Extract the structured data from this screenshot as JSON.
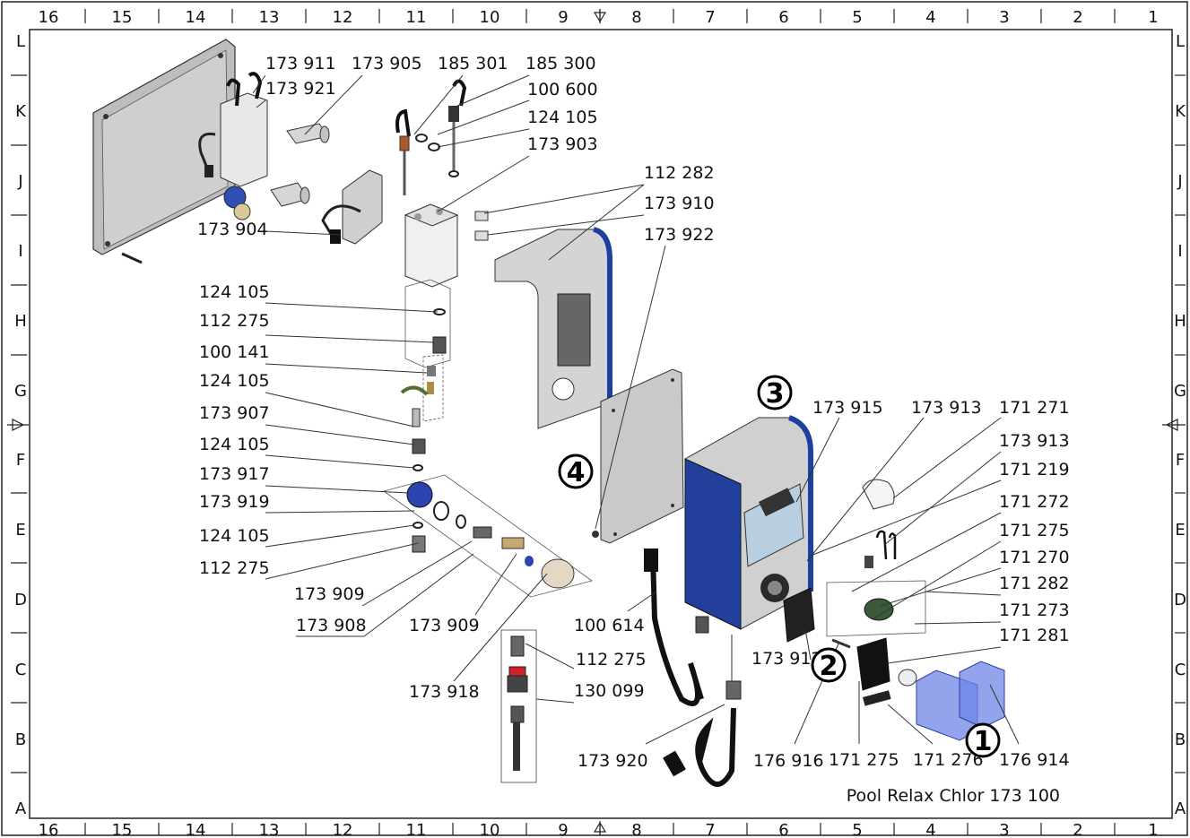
{
  "drawing": {
    "title": "Pool Relax Chlor 173 100",
    "columns": [
      "16",
      "15",
      "14",
      "13",
      "12",
      "11",
      "10",
      "9",
      "8",
      "7",
      "6",
      "5",
      "4",
      "3",
      "2",
      "1"
    ],
    "rows": [
      "L",
      "K",
      "J",
      "I",
      "H",
      "G",
      "F",
      "E",
      "D",
      "C",
      "B",
      "A"
    ],
    "section_numbers": [
      "1",
      "2",
      "3",
      "4"
    ]
  },
  "callouts": [
    {
      "id": "c1",
      "label": "173 911"
    },
    {
      "id": "c2",
      "label": "173 921"
    },
    {
      "id": "c3",
      "label": "173 905"
    },
    {
      "id": "c4",
      "label": "185 301"
    },
    {
      "id": "c5",
      "label": "185 300"
    },
    {
      "id": "c6",
      "label": "100 600"
    },
    {
      "id": "c7",
      "label": "124 105"
    },
    {
      "id": "c8",
      "label": "173 903"
    },
    {
      "id": "c9",
      "label": "112 282"
    },
    {
      "id": "c10",
      "label": "173 910"
    },
    {
      "id": "c11",
      "label": "173 922"
    },
    {
      "id": "c12",
      "label": "173 904"
    },
    {
      "id": "c13",
      "label": "124 105"
    },
    {
      "id": "c14",
      "label": "112 275"
    },
    {
      "id": "c15",
      "label": "100 141"
    },
    {
      "id": "c16",
      "label": "124 105"
    },
    {
      "id": "c17",
      "label": "173 907"
    },
    {
      "id": "c18",
      "label": "124 105"
    },
    {
      "id": "c19",
      "label": "173 917"
    },
    {
      "id": "c20",
      "label": "173 919"
    },
    {
      "id": "c21",
      "label": "124 105"
    },
    {
      "id": "c22",
      "label": "112 275"
    },
    {
      "id": "c23",
      "label": "173 909"
    },
    {
      "id": "c24",
      "label": "173 908"
    },
    {
      "id": "c25",
      "label": "173 909"
    },
    {
      "id": "c26",
      "label": "173 918"
    },
    {
      "id": "c27",
      "label": "100 614"
    },
    {
      "id": "c28",
      "label": "112 275"
    },
    {
      "id": "c29",
      "label": "130 099"
    },
    {
      "id": "c30",
      "label": "173 920"
    },
    {
      "id": "c31",
      "label": "173 915"
    },
    {
      "id": "c32",
      "label": "173 913"
    },
    {
      "id": "c33",
      "label": "171 271"
    },
    {
      "id": "c34",
      "label": "173 913"
    },
    {
      "id": "c35",
      "label": "171 219"
    },
    {
      "id": "c36",
      "label": "171 272"
    },
    {
      "id": "c37",
      "label": "171 275"
    },
    {
      "id": "c38",
      "label": "171 270"
    },
    {
      "id": "c39",
      "label": "171 282"
    },
    {
      "id": "c40",
      "label": "171 273"
    },
    {
      "id": "c41",
      "label": "171 281"
    },
    {
      "id": "c42",
      "label": "173 912"
    },
    {
      "id": "c43",
      "label": "176 916"
    },
    {
      "id": "c44",
      "label": "171 275"
    },
    {
      "id": "c45",
      "label": "171 276"
    },
    {
      "id": "c46",
      "label": "176 914"
    }
  ],
  "colors": {
    "accent_blue": "#1d3fa0",
    "panel_gray": "#c8c8c8",
    "line": "#222222",
    "tank_blue": "#6f86e6"
  }
}
